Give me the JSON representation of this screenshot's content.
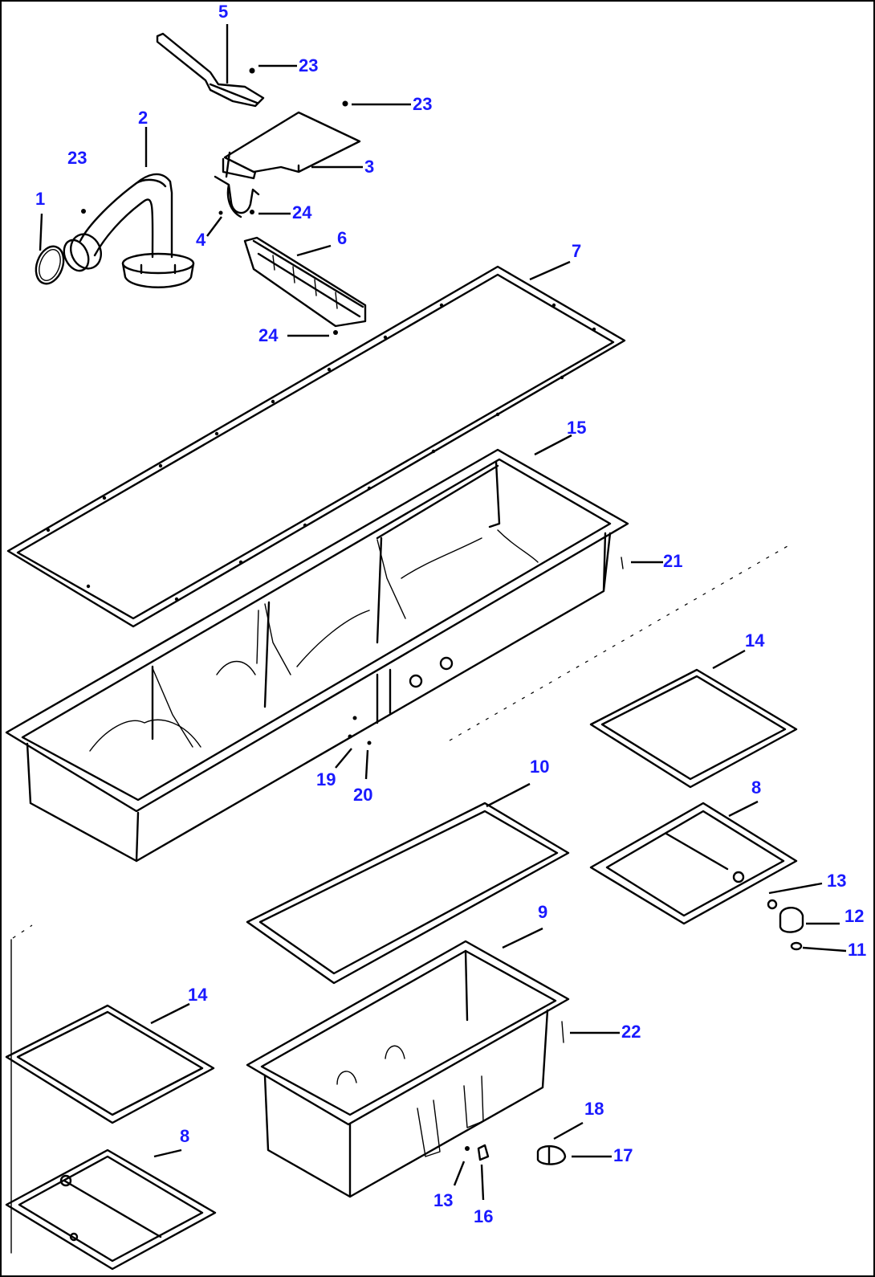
{
  "accent_color": "#1a1aff",
  "callouts": [
    {
      "id": "c5",
      "label": "5"
    },
    {
      "id": "c23a",
      "label": "23"
    },
    {
      "id": "c23b",
      "label": "23"
    },
    {
      "id": "c2",
      "label": "2"
    },
    {
      "id": "c3",
      "label": "3"
    },
    {
      "id": "c23c",
      "label": "23"
    },
    {
      "id": "c1",
      "label": "1"
    },
    {
      "id": "c24a",
      "label": "24"
    },
    {
      "id": "c4",
      "label": "4"
    },
    {
      "id": "c6",
      "label": "6"
    },
    {
      "id": "c7",
      "label": "7"
    },
    {
      "id": "c24b",
      "label": "24"
    },
    {
      "id": "c15",
      "label": "15"
    },
    {
      "id": "c21",
      "label": "21"
    },
    {
      "id": "c14a",
      "label": "14"
    },
    {
      "id": "c19",
      "label": "19"
    },
    {
      "id": "c20",
      "label": "20"
    },
    {
      "id": "c10",
      "label": "10"
    },
    {
      "id": "c8a",
      "label": "8"
    },
    {
      "id": "c13a",
      "label": "13"
    },
    {
      "id": "c12",
      "label": "12"
    },
    {
      "id": "c11",
      "label": "11"
    },
    {
      "id": "c9",
      "label": "9"
    },
    {
      "id": "c14b",
      "label": "14"
    },
    {
      "id": "c22",
      "label": "22"
    },
    {
      "id": "c8b",
      "label": "8"
    },
    {
      "id": "c18",
      "label": "18"
    },
    {
      "id": "c17",
      "label": "17"
    },
    {
      "id": "c13b",
      "label": "13"
    },
    {
      "id": "c16",
      "label": "16"
    }
  ]
}
